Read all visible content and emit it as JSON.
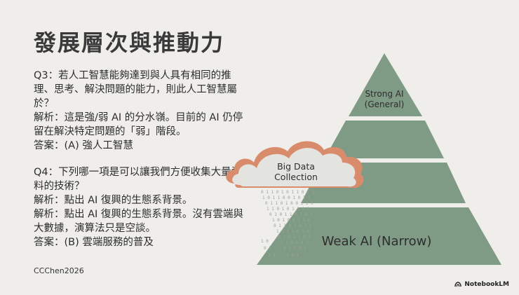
{
  "slide": {
    "title": "發展層次與推動力",
    "q3": {
      "question": "Q3：若人工智慧能夠達到與人具有相同的推理、思考、解決問題的能力，則此人工智慧屬於？",
      "explanation": "解析：這是強/弱 AI 的分水嶺。目前的 AI 仍停留在解決特定問題的「弱」階段。",
      "answer": "答案：(A) 強人工智慧"
    },
    "q4": {
      "question": "Q4：下列哪一項是可以讓我們方便收集大量資料的技術？",
      "explanation1": "解析：點出 AI 復興的生態系背景。",
      "explanation2": "解析：點出 AI 復興的生態系背景。沒有雲端與大數據，演算法只是空談。",
      "answer": "答案：(B) 雲端服務的普及"
    },
    "footer": "CCChen2026",
    "brand": "NotebookLM"
  },
  "graphic": {
    "pyramid_top_label_1": "Strong AI",
    "pyramid_top_label_2": "(General)",
    "pyramid_bottom_label": "Weak AI (Narrow)",
    "cloud_label_1": "Big Data",
    "cloud_label_2": "Collection",
    "colors": {
      "pyramid": "#7f9a85",
      "pyramid_dark": "#6a8572",
      "gap": "#efeeea",
      "cloud_fill": "#e3e4df",
      "cloud_outline": "#d98c6c",
      "binary": "#9aa49c"
    }
  }
}
